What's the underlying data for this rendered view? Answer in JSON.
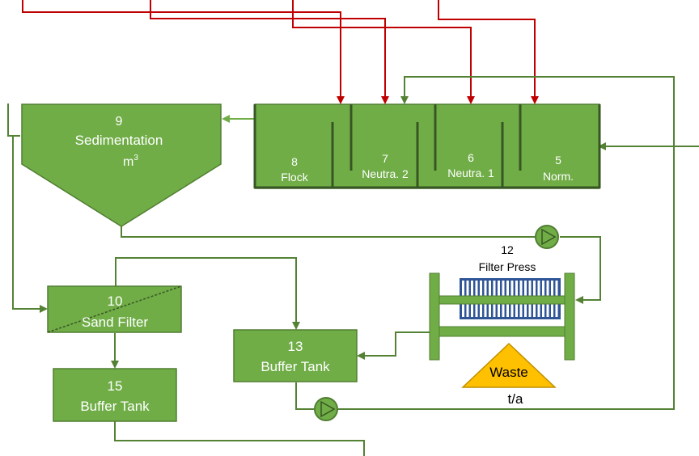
{
  "colors": {
    "process_green": "#70AD47",
    "dark_green": "#507E32",
    "line_green": "#548235",
    "dosing_red": "#C00000",
    "filter_blue": "#2F5597",
    "waste_yellow": "#FFC000",
    "waste_border": "#BF9000"
  },
  "units": {
    "sedimentation": {
      "number": "9",
      "label": "Sedimentation",
      "unit_base": "m",
      "unit_sup": "3"
    },
    "flock": {
      "number": "8",
      "label": "Flock"
    },
    "neutra2": {
      "number": "7",
      "label": "Neutra. 2"
    },
    "neutra1": {
      "number": "6",
      "label": "Neutra. 1"
    },
    "norm": {
      "number": "5",
      "label": "Norm."
    },
    "sand_filter": {
      "number": "10",
      "label": "Sand Filter"
    },
    "buffer_tank_13": {
      "number": "13",
      "label": "Buffer Tank"
    },
    "buffer_tank_15": {
      "number": "15",
      "label": "Buffer Tank"
    },
    "filter_press": {
      "number": "12",
      "label": "Filter Press"
    },
    "waste": {
      "label": "Waste",
      "unit": "t/a"
    }
  },
  "icons": [
    "pump-icon",
    "pump-icon"
  ]
}
